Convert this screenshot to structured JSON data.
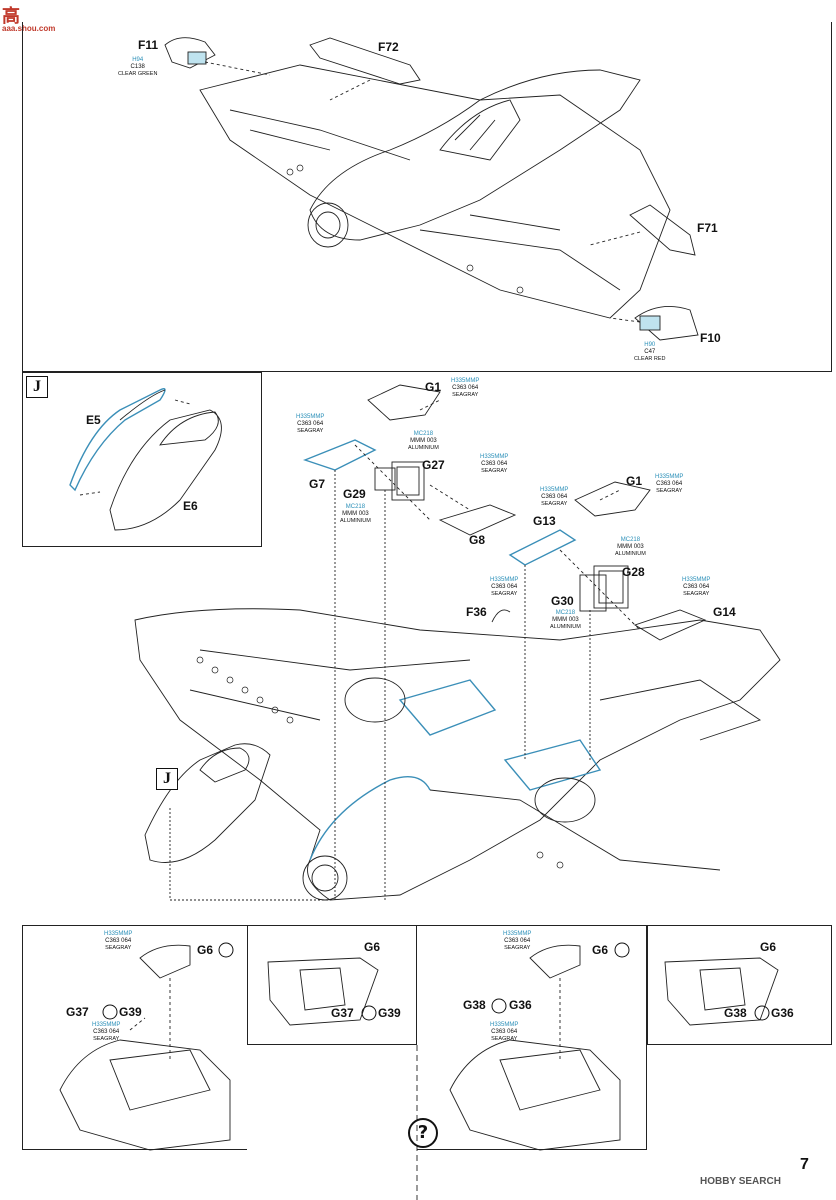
{
  "watermark": {
    "top_chars": "高",
    "top_url": "aaa.shou.com",
    "bottom": "HOBBY SEARCH"
  },
  "page_number": "7",
  "help_symbol": "?",
  "section_j": {
    "marker": "J"
  },
  "labels": {
    "F11": "F11",
    "F72": "F72",
    "F71": "F71",
    "F10": "F10",
    "E5": "E5",
    "E6": "E6",
    "G1a": "G1",
    "G1b": "G1",
    "G7": "G7",
    "G27": "G27",
    "G29": "G29",
    "G8": "G8",
    "G13": "G13",
    "G28": "G28",
    "G30": "G30",
    "G14": "G14",
    "F36": "F36",
    "G6a": "G6",
    "G6b": "G6",
    "G6c": "G6",
    "G6d": "G6",
    "G37a": "G37",
    "G39a": "G39",
    "G37b": "G37",
    "G39b": "G39",
    "G38a": "G38",
    "G36a": "G36",
    "G38b": "G38",
    "G36b": "G36"
  },
  "paints": {
    "f11": {
      "h": "H94",
      "c": "C138",
      "n": "CLEAR GREEN"
    },
    "f10": {
      "h": "H90",
      "c": "C47",
      "n": "CLEAR RED"
    },
    "g1a": {
      "h": "H335MMP",
      "c": "C363 064",
      "n": "SEAGRAY"
    },
    "g7": {
      "h": "H335MMP",
      "c": "C363 064",
      "n": "SEAGRAY"
    },
    "g27": {
      "h": "MC218",
      "c": "MMM 003",
      "n": "ALUMINIUM"
    },
    "g8": {
      "h": "H335MMP",
      "c": "C363 064",
      "n": "SEAGRAY"
    },
    "g29": {
      "h": "MC218",
      "c": "MMM 003",
      "n": "ALUMINIUM"
    },
    "g13": {
      "h": "H335MMP",
      "c": "C363 064",
      "n": "SEAGRAY"
    },
    "g1b": {
      "h": "H335MMP",
      "c": "C363 064",
      "n": "SEAGRAY"
    },
    "g28": {
      "h": "MC218",
      "c": "MMM 003",
      "n": "ALUMINIUM"
    },
    "g14": {
      "h": "H335MMP",
      "c": "C363 064",
      "n": "SEAGRAY"
    },
    "f36": {
      "h": "H335MMP",
      "c": "C363 064",
      "n": "SEAGRAY"
    },
    "g30": {
      "h": "MC218",
      "c": "MMM 003",
      "n": "ALUMINIUM"
    },
    "b1a": {
      "h": "H335MMP",
      "c": "C363 064",
      "n": "SEAGRAY"
    },
    "b1b": {
      "h": "H335MMP",
      "c": "C363 064",
      "n": "SEAGRAY"
    },
    "b3a": {
      "h": "H335MMP",
      "c": "C363 064",
      "n": "SEAGRAY"
    },
    "b3b": {
      "h": "H335MMP",
      "c": "C363 064",
      "n": "SEAGRAY"
    }
  }
}
